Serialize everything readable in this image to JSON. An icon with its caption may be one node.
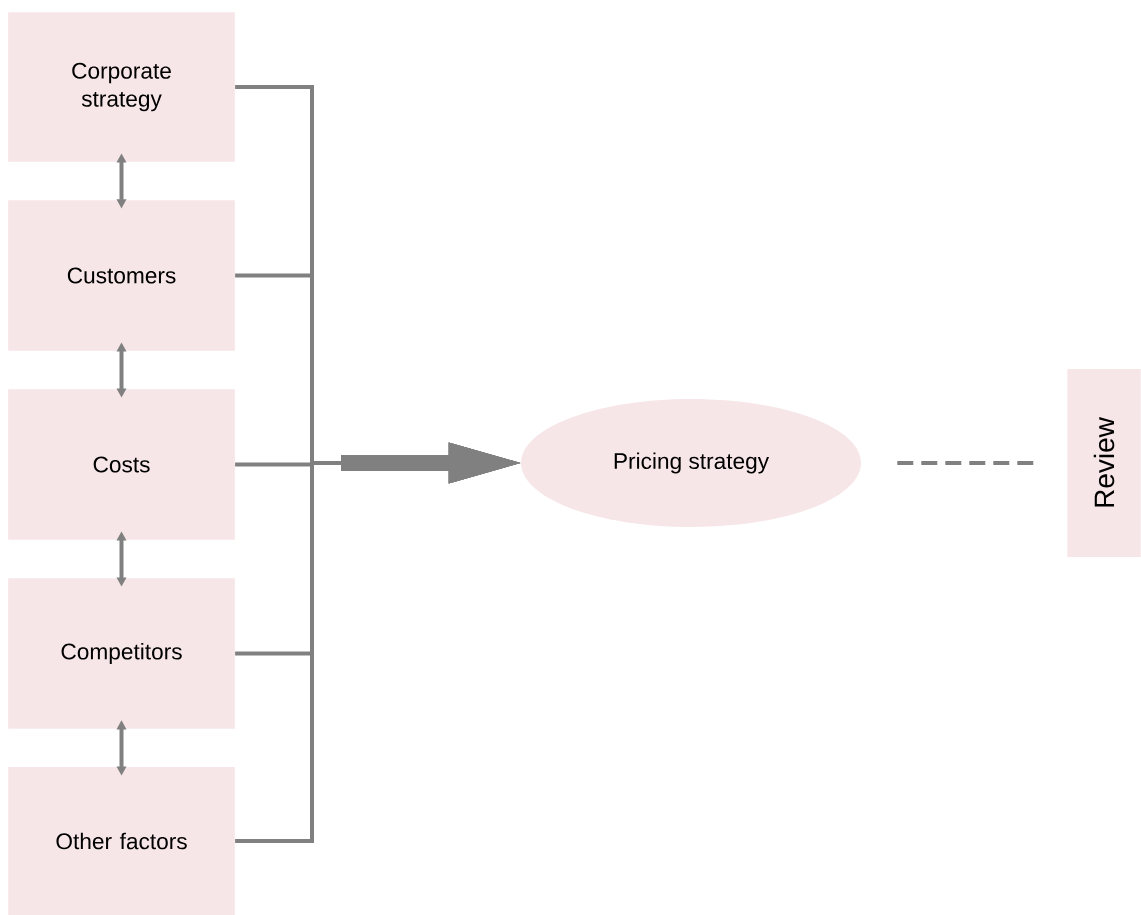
{
  "diagram": {
    "nodes": [
      {
        "text": [
          "Corporate strategy"
        ]
      },
      {
        "text": [
          "Customers"
        ]
      },
      {
        "text": [
          "Costs"
        ]
      },
      {
        "text": [
          "Competitors"
        ]
      },
      {
        "text": [
          "Other factors"
        ]
      },
      {
        "text": [
          "Pricing strategy"
        ]
      },
      {
        "text": [
          "Review"
        ]
      }
    ],
    "edges": [
      {
        "from": 0,
        "to": 1,
        "arrow": "both"
      },
      {
        "from": 1,
        "to": 2,
        "arrow": "both"
      },
      {
        "from": 2,
        "to": 3,
        "arrow": "both"
      },
      {
        "from": 3,
        "to": 4,
        "arrow": "both"
      },
      {
        "from": 0,
        "to": 5,
        "arrow": "to"
      },
      {
        "from": 1,
        "to": 5,
        "arrow": "to"
      },
      {
        "from": 2,
        "to": 5,
        "arrow": "to"
      },
      {
        "from": 3,
        "to": 5,
        "arrow": "to"
      },
      {
        "from": 4,
        "to": 5,
        "arrow": "to"
      },
      {
        "from": 5,
        "to": 6,
        "arrow": "none",
        "style": "dashed"
      }
    ]
  }
}
